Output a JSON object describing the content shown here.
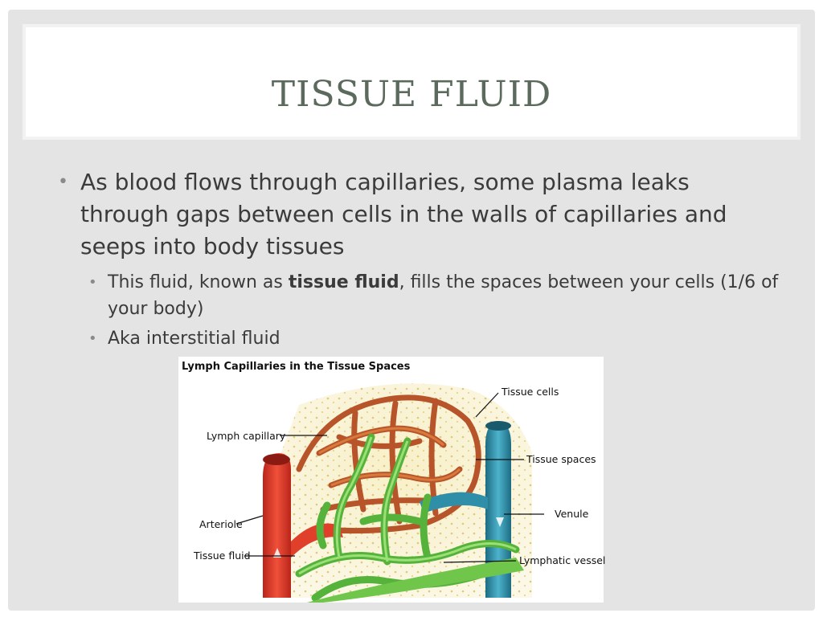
{
  "slide": {
    "title": "TISSUE FLUID",
    "bullet_main": "As blood flows through capillaries, some plasma leaks through gaps between cells in the walls of capillaries and seeps into body tissues",
    "sub_bullet_1": {
      "before": "This fluid, known as ",
      "bold": "tissue fluid",
      "after": ", fills the spaces between your cells (1/6 of your body)"
    },
    "sub_bullet_2": "Aka interstitial fluid"
  },
  "figure": {
    "title": "Lymph Capillaries in the Tissue Spaces",
    "labels": {
      "tissue_cells": "Tissue cells",
      "lymph_capillary": "Lymph capillary",
      "tissue_spaces": "Tissue spaces",
      "arteriole": "Arteriole",
      "venule": "Venule",
      "tissue_fluid": "Tissue fluid",
      "lymphatic_vessel": "Lymphatic vessel"
    }
  },
  "colors": {
    "slide_bg": "#e4e4e4",
    "title_color": "#5b6a5c",
    "text_color": "#3b3b3b",
    "arteriole": "#e0402a",
    "venule": "#2f8fa8",
    "lymph": "#6fc64a",
    "capillary_bed": "#c0622e"
  }
}
